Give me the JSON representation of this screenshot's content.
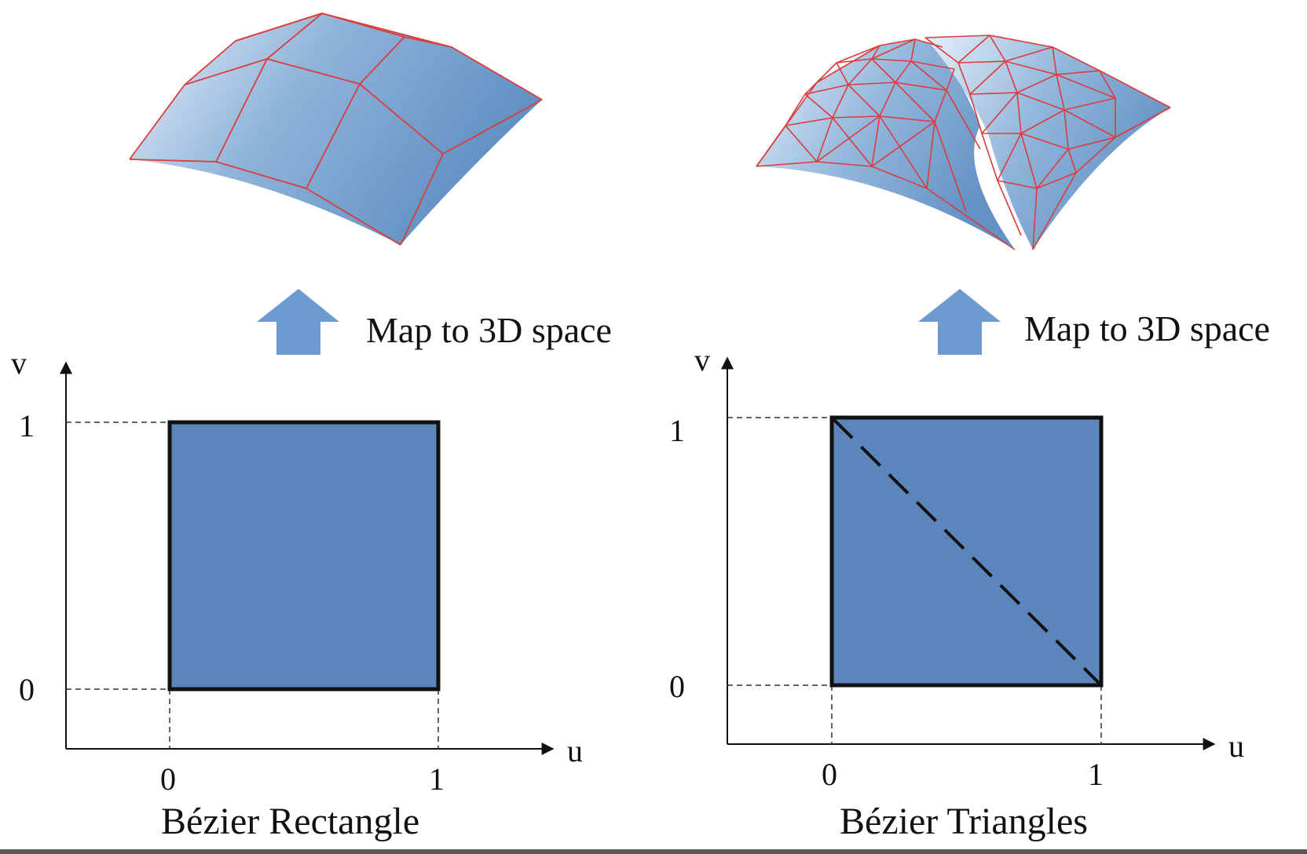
{
  "colors": {
    "square_fill": "#5b86bb",
    "arrow_fill": "#6b9bd0",
    "mesh_stroke": "#dc3c3c",
    "surface_light": "#eaf2fa",
    "surface_dark": "#6f9ccb",
    "axis": "#111111"
  },
  "panels": [
    {
      "id": "rectangle",
      "caption": "Bézier Rectangle",
      "map_label": "Map to 3D space",
      "axis_u": "u",
      "axis_v": "v",
      "u_ticks": [
        "0",
        "1"
      ],
      "v_ticks": [
        "0",
        "1"
      ],
      "diagonal": false,
      "icons": [
        "curved-surface-icon",
        "up-arrow-icon"
      ]
    },
    {
      "id": "triangles",
      "caption": "Bézier Triangles",
      "map_label": "Map to 3D space",
      "axis_u": "u",
      "axis_v": "v",
      "u_ticks": [
        "0",
        "1"
      ],
      "v_ticks": [
        "0",
        "1"
      ],
      "diagonal": true,
      "icons": [
        "triangulated-surface-icon",
        "up-arrow-icon"
      ]
    }
  ]
}
